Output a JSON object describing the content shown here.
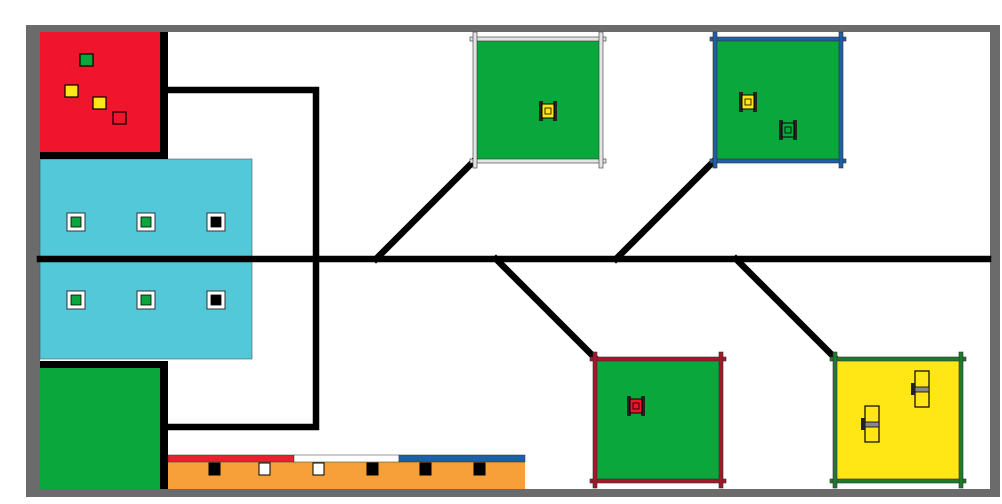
{
  "colors": {
    "frame": "#6b6b6b",
    "red": "#f0142d",
    "cyan": "#52c8d8",
    "green": "#0aa83c",
    "yellow": "#ffe614",
    "orange": "#f7a03a",
    "line": "#000000",
    "white_frame": "#e4e4e4",
    "blue_frame": "#1f5ea8",
    "red_frame": "#a8162a",
    "green_frame": "#1d7a2e",
    "stripe_red": "#e8212f",
    "stripe_white": "#ffffff",
    "stripe_blue": "#1f5ea8"
  },
  "zones": [
    {
      "id": "red-start-area",
      "color": "red"
    },
    {
      "id": "cyan-storage-area",
      "color": "cyan"
    },
    {
      "id": "green-start-area",
      "color": "green"
    }
  ],
  "red_area_blocks": [
    "green",
    "yellow",
    "yellow",
    "red"
  ],
  "cyan_slots": [
    "green",
    "green",
    "black",
    "green",
    "green",
    "black"
  ],
  "bottom_strip_stripes": [
    "stripe_red",
    "stripe_white",
    "stripe_blue"
  ],
  "bottom_strip_slots": [
    "black",
    "white",
    "white",
    "black",
    "black",
    "black"
  ],
  "platforms": [
    {
      "id": "platform-white-frame",
      "frame": "white_frame",
      "fill": "green",
      "robots": [
        "yellow"
      ]
    },
    {
      "id": "platform-blue-frame",
      "frame": "blue_frame",
      "fill": "green",
      "robots": [
        "yellow",
        "green"
      ]
    },
    {
      "id": "platform-red-frame",
      "frame": "red_frame",
      "fill": "green",
      "robots": [
        "red"
      ]
    },
    {
      "id": "platform-green-frame",
      "frame": "green_frame",
      "fill": "yellow",
      "robots": [
        "yellow",
        "yellow"
      ]
    }
  ]
}
